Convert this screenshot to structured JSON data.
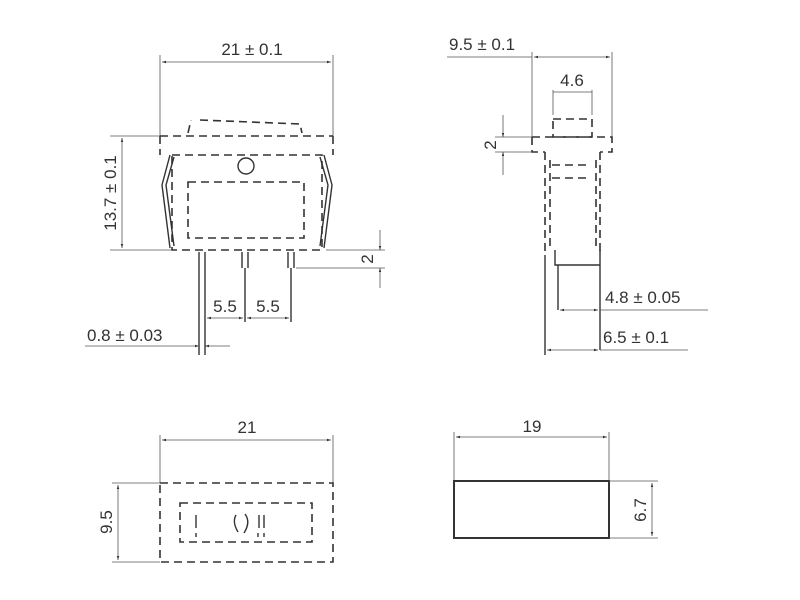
{
  "front_view": {
    "width_dim": "21 ± 0.1",
    "height_dim": "13.7 ± 0.1",
    "pin_length_dim": "2",
    "pitch_left": "5.5",
    "pitch_right": "5.5",
    "pin_thickness_dim": "0.8 ± 0.03"
  },
  "side_view": {
    "depth_dim": "9.5 ± 0.1",
    "rocker_dim": "4.6",
    "flange_dim": "2",
    "pin_width_dim": "4.8 ± 0.05",
    "body_width_dim": "6.5 ± 0.1"
  },
  "bottom_view": {
    "width_dim": "21",
    "depth_dim": "9.5"
  },
  "cutout_view": {
    "width_dim": "19",
    "height_dim": "6.7"
  }
}
